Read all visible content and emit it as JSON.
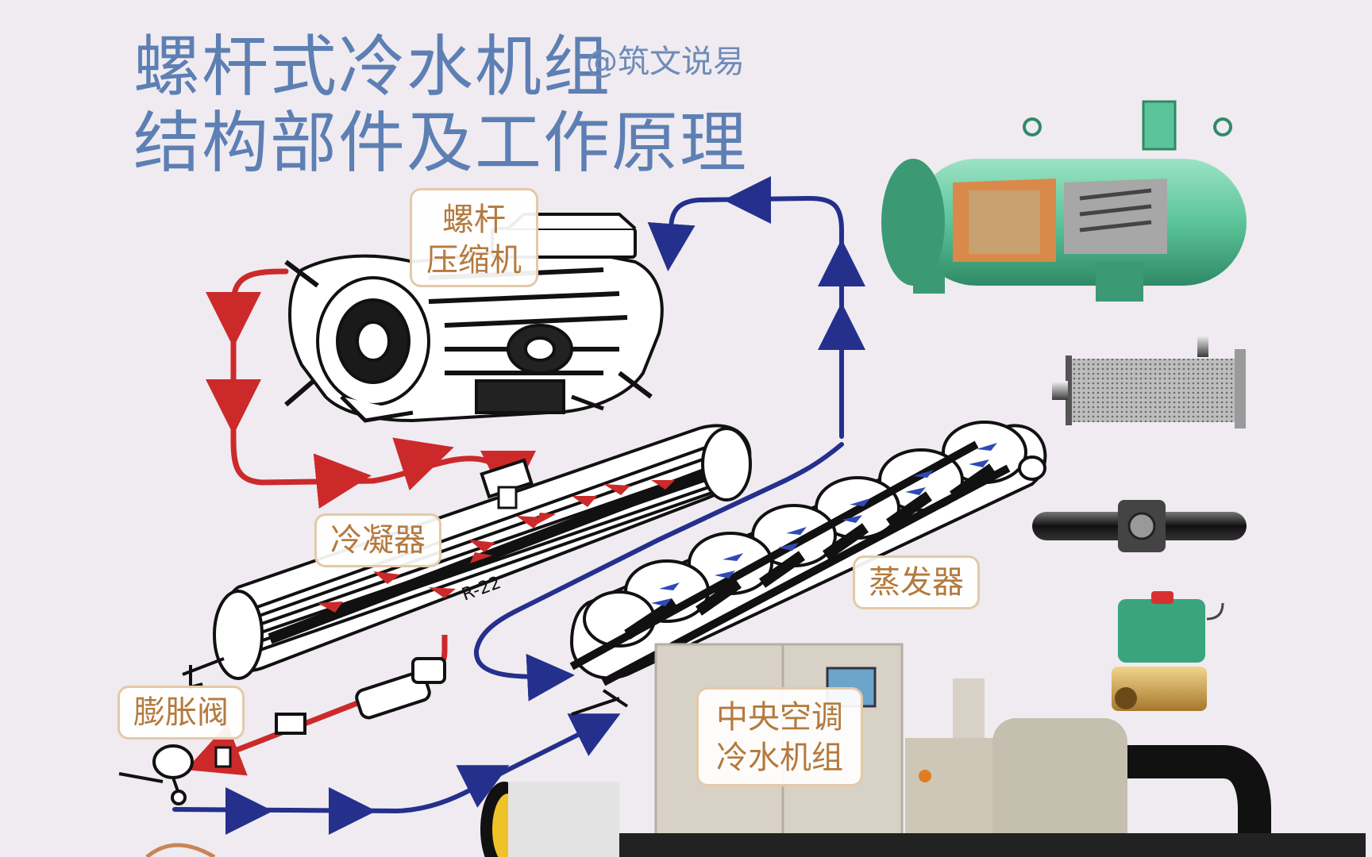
{
  "header": {
    "title_line1": "螺杆式冷水机组",
    "title_line2": "结构部件及工作原理",
    "watermark": "@筑文说易"
  },
  "labels": {
    "compressor": [
      "螺杆",
      "压缩机"
    ],
    "condenser": "冷凝器",
    "evaporator": "蒸发器",
    "expansion_valve": "膨胀阀",
    "chiller_unit": [
      "中央空调",
      "冷水机组"
    ]
  },
  "diagram_marks": {
    "condenser_text": "R-22"
  },
  "colors": {
    "title": "#5d7fb3",
    "label_text": "#b47a3e",
    "label_border": "#e4c9a8",
    "hot_refrigerant": "#cc2a2a",
    "cold_refrigerant": "#24308c",
    "compressor_body": "#66c9a0",
    "background": "#efebf1"
  }
}
